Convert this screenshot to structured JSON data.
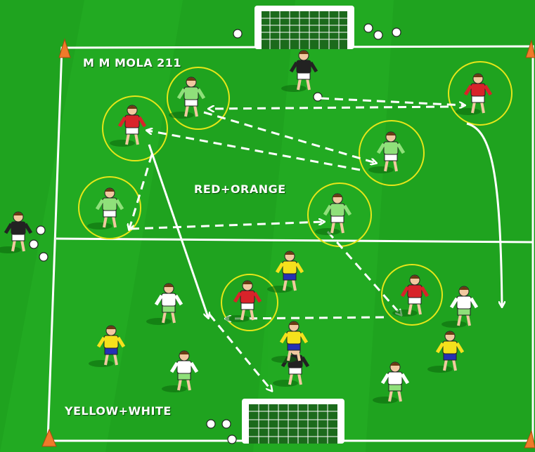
{
  "labels": {
    "title": "M M MOLA 211",
    "team_red_orange": "RED+ORANGE",
    "team_yellow_white": "YELLOW+WHITE"
  },
  "colors": {
    "pitch": "#1fa31f",
    "pitch_stripe": "#22b022",
    "lines": "#ffffff",
    "highlight_ring": "#e6e619",
    "arrow": "#ffffff",
    "red_team": "#d8232a",
    "green_team": "#8fe07a",
    "yellow_team": "#f5e11c",
    "white_team": "#ffffff",
    "blue_shorts": "#2430b5",
    "keeper": "#222222",
    "cone": "#f07a2a"
  },
  "icons": {
    "goal": "goal-icon",
    "ball": "soccer-ball-icon",
    "cone": "cone-icon",
    "player": "player-icon"
  }
}
